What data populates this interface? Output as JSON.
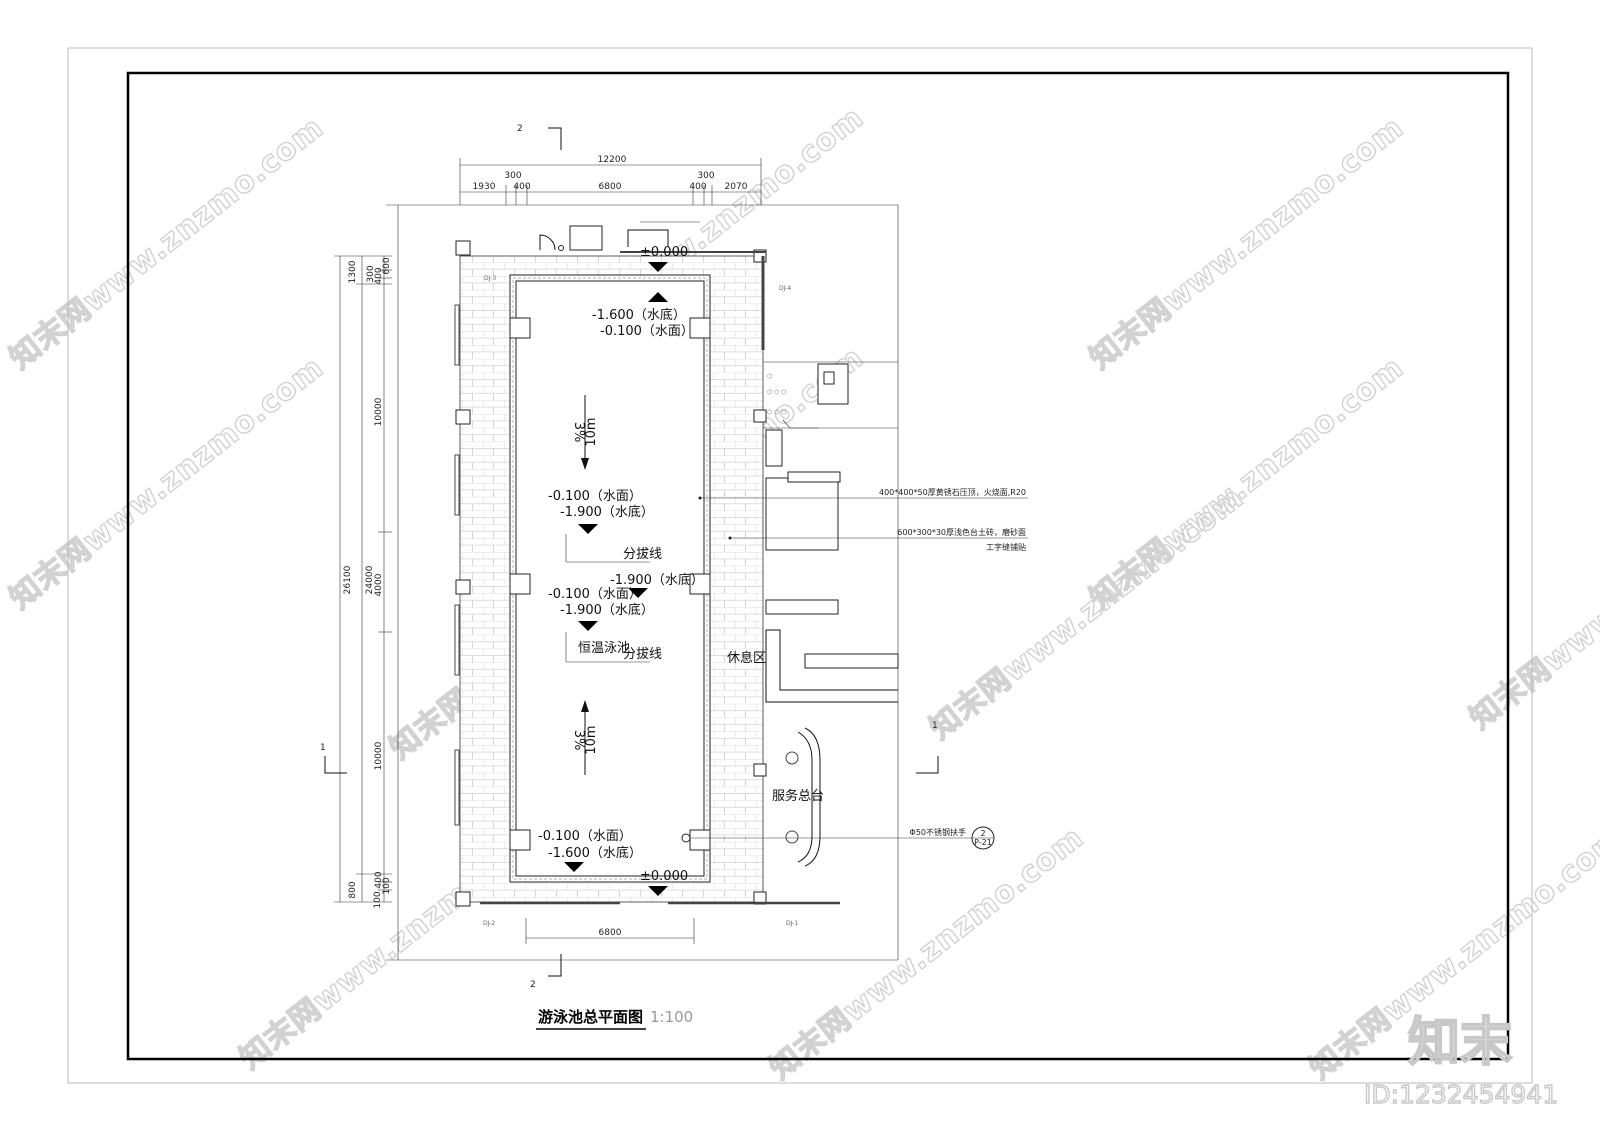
{
  "drawing": {
    "title": "游泳池总平面图",
    "scale": "1:100",
    "top_dims": {
      "overall": "12200",
      "a": "300",
      "b": "300",
      "segments": [
        "1930",
        "400",
        "6800",
        "400",
        "2070"
      ]
    },
    "bottom_dim": "6800",
    "left_dims": {
      "overall": "26100",
      "inner": "24000",
      "top": [
        "1300",
        "300",
        "400",
        "600"
      ],
      "segments": [
        "10000",
        "4000",
        "10000"
      ],
      "bottom": [
        "800",
        "100",
        "400",
        "100"
      ]
    },
    "section_marks": {
      "top": "2",
      "bottom": "2",
      "left": "1",
      "right": "1"
    },
    "elevations": {
      "top_edge": "±0.000",
      "bottom_edge": "±0.000",
      "top_floor": "-1.600（水底）",
      "top_water": "-0.100（水面）",
      "mid_water": "-0.100（水面）",
      "mid_floor": "-1.900（水底）",
      "mid_right_floor": "-1.900（水底）",
      "mid2_water": "-0.100（水面）",
      "mid2_floor": "-1.900（水底）",
      "bottom_water": "-0.100（水面）",
      "bottom_floor": "-1.600（水底）"
    },
    "slope": {
      "pct": "3%",
      "len": "10m"
    },
    "labels": {
      "divide_line": "分拔线",
      "pool_name": "恒温泳池",
      "rest_area": "休息区",
      "service_desk": "服务总台"
    },
    "annotations": {
      "paving": "400*400*50厚黄锈石压顶，火烧面,R20",
      "tile": "600*300*30厚浅色台土砖，磨砂面",
      "tile_sub": "工字缝铺贴",
      "handrail": "Φ50不锈钢扶手",
      "handrail_ref_top": "2",
      "handrail_ref_bot": "P-21"
    },
    "gridmarks": [
      "DJ-1",
      "DJ-2",
      "DJ-3",
      "DJ-4"
    ]
  },
  "branding": {
    "logo": "知末",
    "id_text": "ID:1232454941",
    "watermark": "知末网www.znzmo.com"
  }
}
